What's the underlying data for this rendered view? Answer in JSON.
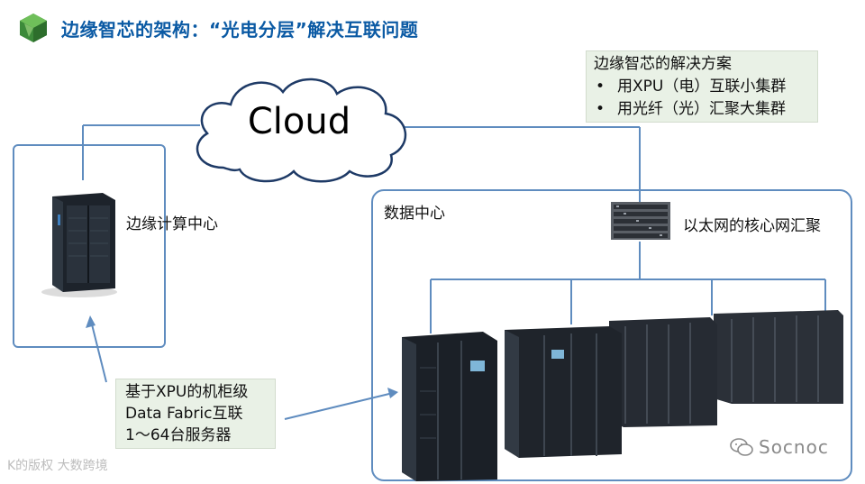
{
  "header": {
    "title": "边缘智芯的架构：“光电分层”解决互联问题"
  },
  "solution": {
    "title": "边缘智芯的解决方案",
    "bullets": [
      "用XPU（电）互联小集群",
      "用光纤（光）汇聚大集群"
    ],
    "bullet_glyph": "•"
  },
  "cloud": {
    "label": "Cloud"
  },
  "edge": {
    "label": "边缘计算中心"
  },
  "datacenter": {
    "label": "数据中心",
    "core_label": "以太网的核心网汇聚"
  },
  "fabric": {
    "lines": [
      "基于XPU的机柜级",
      "Data Fabric互联",
      "1～64台服务器"
    ]
  },
  "watermarks": {
    "socnoc": "Socnoc",
    "left": "K的版权 大数跨境"
  },
  "colors": {
    "title": "#0b5aa4",
    "box_border": "#5f8cbf",
    "note_bg": "#e9f1e6",
    "rack": "#222a33"
  }
}
